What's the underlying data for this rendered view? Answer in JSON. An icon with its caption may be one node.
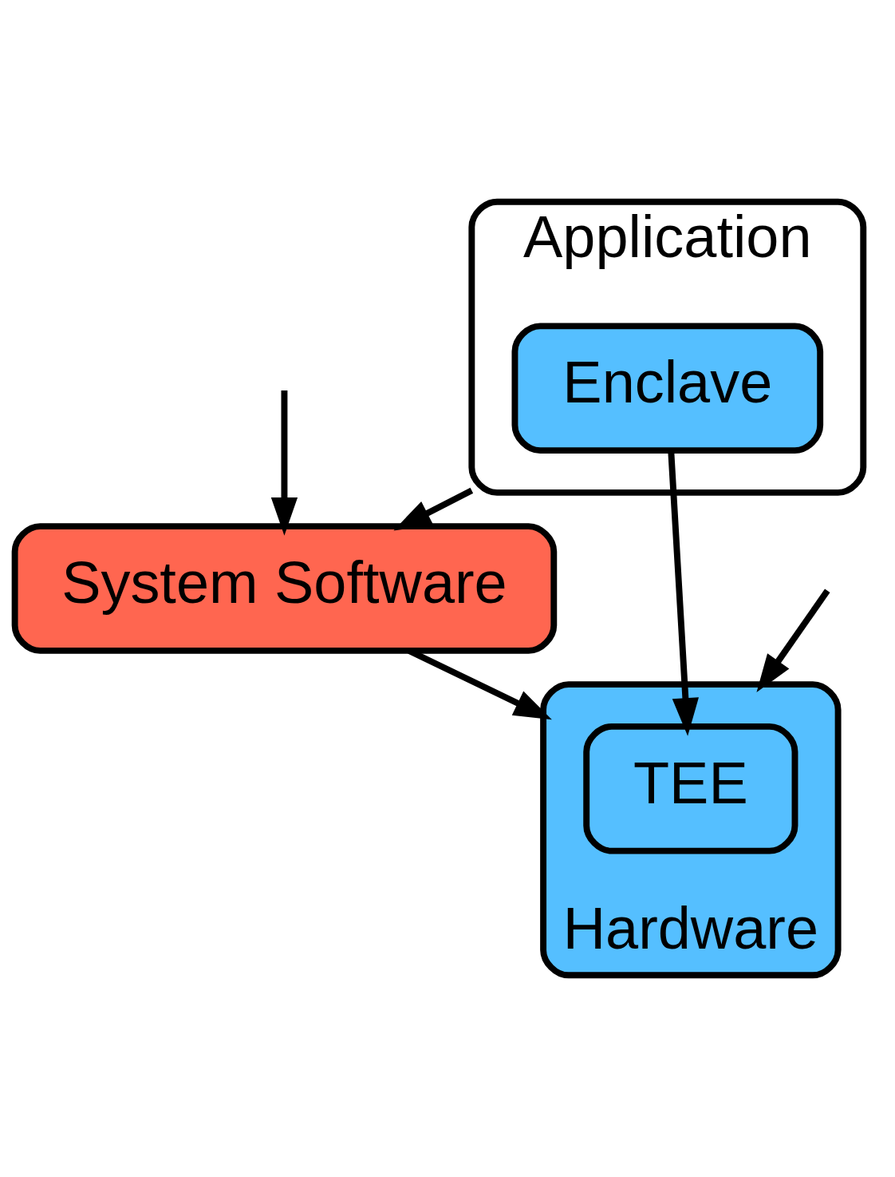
{
  "diagram": {
    "nodes": [
      {
        "text": [
          "Application"
        ]
      },
      {
        "text": [
          "Enclave"
        ],
        "in": 0
      },
      {
        "text": [
          "System Software"
        ]
      },
      {
        "text": [
          "Hardware"
        ]
      },
      {
        "text": [
          "TEE"
        ],
        "in": 3
      }
    ],
    "edges": [
      {
        "from": 0,
        "to": 2,
        "arrow": "to"
      },
      {
        "from": 1,
        "to": 4,
        "arrow": "to"
      },
      {
        "from": 2,
        "to": 3,
        "arrow": "to"
      },
      {
        "from": null,
        "to": 2,
        "arrow": "to"
      },
      {
        "from": null,
        "to": 3,
        "arrow": "to"
      }
    ]
  }
}
